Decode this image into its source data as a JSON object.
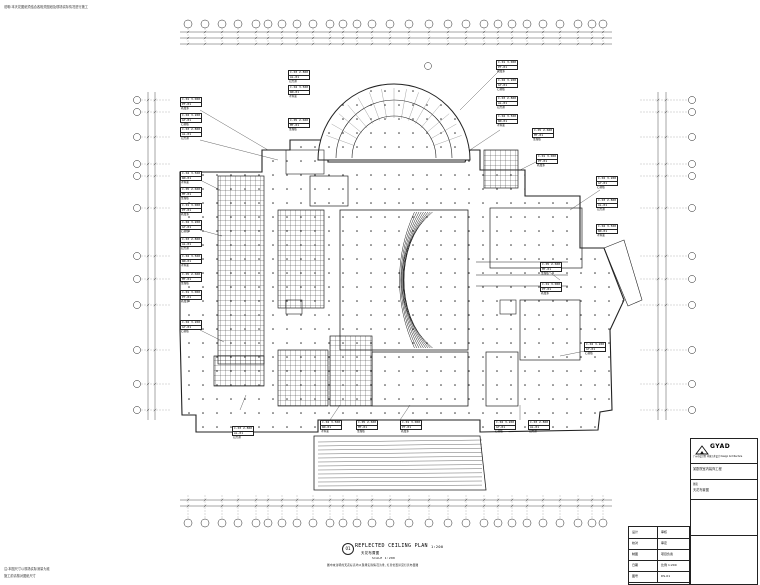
{
  "sheet": {
    "top_note": "说明:本天花图纸须结合各相关图纸及现场实际情况进行施工",
    "bottom_left_note_1": "注:本图尺寸以现场实际测量为准",
    "bottom_left_note_2": "施工前请核对图纸尺寸"
  },
  "plan": {
    "number": "01",
    "title": "REFLECTED CEILING PLAN",
    "title_cn": "天花布置图",
    "scale_text": "SCALE 1:200",
    "scale_short": "1:200",
    "note": "图中未注明的天花标高均以现场实际情况为准,灯具位置详见灯具布置图"
  },
  "title_block": {
    "logo_text": "GYAD",
    "company_line": "广州市设计院 环境艺术设计 Design Architecture",
    "project_cn": "某剧院室内装饰工程",
    "sheet_title_label": "图名",
    "sheet_title": "天花布置图",
    "rows": [
      {
        "k": "设计",
        "v": "审核"
      },
      {
        "k": "校对",
        "v": "审定"
      },
      {
        "k": "制图",
        "v": "项目负责"
      },
      {
        "k": "日期",
        "v": "比例 1:200"
      },
      {
        "k": "图号",
        "v": "DS-01"
      }
    ]
  },
  "ceiling_tags": [
    {
      "code": "C-01",
      "elev": "3.000",
      "mat": "PT-01",
      "label": "乳胶漆"
    },
    {
      "code": "C-02",
      "elev": "3.200",
      "mat": "GY-01",
      "label": "石膏板"
    },
    {
      "code": "C-03",
      "elev": "2.800",
      "mat": "AL-01",
      "label": "铝方通"
    },
    {
      "code": "C-04",
      "elev": "3.500",
      "mat": "WD-01",
      "label": "木饰面"
    },
    {
      "code": "C-05",
      "elev": "2.600",
      "mat": "MT-01",
      "label": "金属板"
    }
  ]
}
